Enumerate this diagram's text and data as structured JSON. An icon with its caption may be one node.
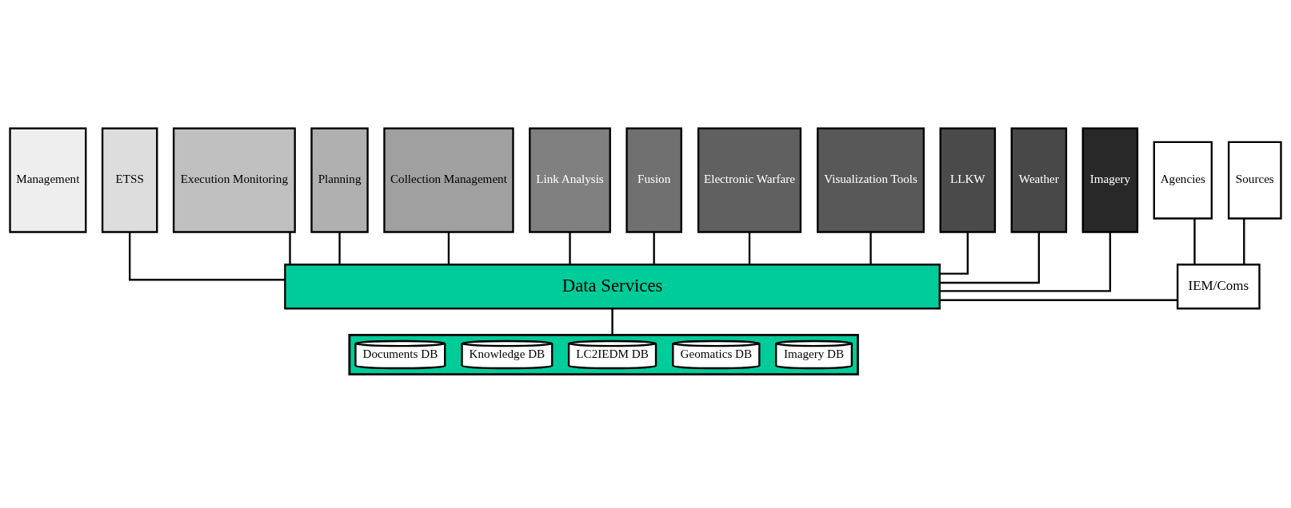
{
  "diagram": {
    "nodes": [
      {
        "text": [
          "Management"
        ]
      },
      {
        "text": [
          "ETSS"
        ]
      },
      {
        "text": [
          "Execution Monitoring"
        ]
      },
      {
        "text": [
          "Planning"
        ]
      },
      {
        "text": [
          "Collection Management"
        ]
      },
      {
        "text": [
          "Link Analysis"
        ]
      },
      {
        "text": [
          "Fusion"
        ]
      },
      {
        "text": [
          "Electronic Warfare"
        ]
      },
      {
        "text": [
          "Visualization Tools"
        ]
      },
      {
        "text": [
          "LLKW"
        ]
      },
      {
        "text": [
          "Weather"
        ]
      },
      {
        "text": [
          "Imagery"
        ]
      },
      {
        "text": [
          "Agencies"
        ]
      },
      {
        "text": [
          "Sources"
        ]
      },
      {
        "text": [
          "Data Services"
        ]
      },
      {
        "text": [
          "IEM/Coms"
        ]
      },
      {
        "text": [],
        "shape": "box"
      },
      {
        "text": [
          "Documents DB"
        ],
        "in": 16
      },
      {
        "text": [
          "Knowledge DB"
        ],
        "in": 16
      },
      {
        "text": [
          "LC2IEDM DB"
        ],
        "in": 16
      },
      {
        "text": [
          "Geomatics DB"
        ],
        "in": 16
      },
      {
        "text": [
          "Imagery DB"
        ],
        "in": 16
      }
    ],
    "edges": [
      {
        "from": 1,
        "to": 14,
        "arrow": "none"
      },
      {
        "from": 2,
        "to": 14,
        "arrow": "none"
      },
      {
        "from": 3,
        "to": 14,
        "arrow": "none"
      },
      {
        "from": 4,
        "to": 14,
        "arrow": "none"
      },
      {
        "from": 5,
        "to": 14,
        "arrow": "none"
      },
      {
        "from": 6,
        "to": 14,
        "arrow": "none"
      },
      {
        "from": 7,
        "to": 14,
        "arrow": "none"
      },
      {
        "from": 8,
        "to": 14,
        "arrow": "none"
      },
      {
        "from": 9,
        "to": 14,
        "arrow": "none"
      },
      {
        "from": 10,
        "to": 14,
        "arrow": "none"
      },
      {
        "from": 11,
        "to": 14,
        "arrow": "none"
      },
      {
        "from": 12,
        "to": 15,
        "arrow": "none"
      },
      {
        "from": 13,
        "to": 15,
        "arrow": "none"
      },
      {
        "from": 14,
        "to": 15,
        "arrow": "none"
      },
      {
        "from": 14,
        "to": 16,
        "arrow": "none"
      }
    ]
  }
}
